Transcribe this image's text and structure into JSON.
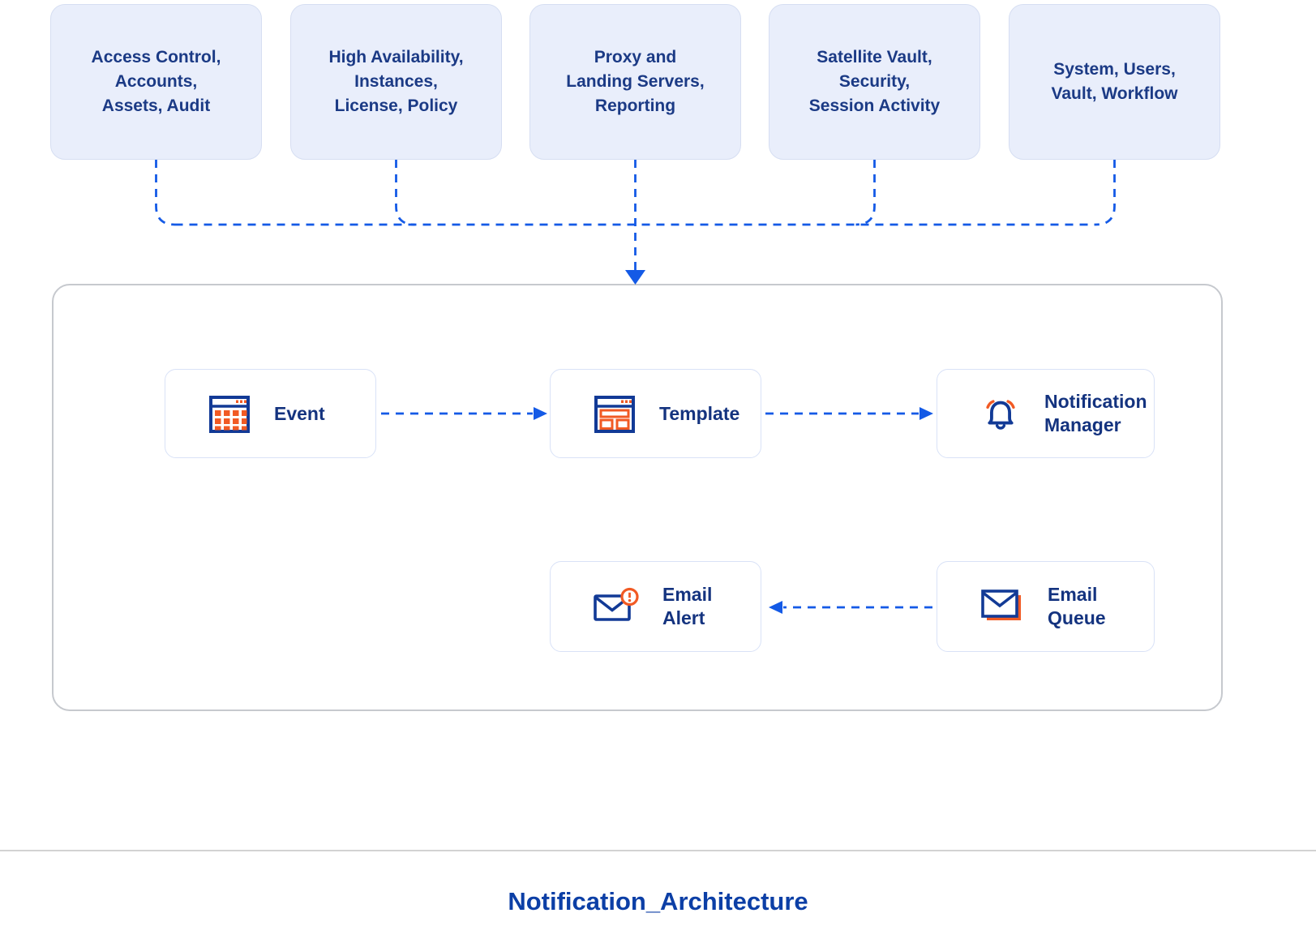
{
  "top_row": {
    "boxes": [
      {
        "label": "Access Control,\nAccounts,\nAssets, Audit"
      },
      {
        "label": "High Availability,\nInstances,\nLicense, Policy"
      },
      {
        "label": "Proxy and\nLanding Servers,\nReporting"
      },
      {
        "label": "Satellite Vault,\nSecurity,\nSession Activity"
      },
      {
        "label": "System, Users,\nVault, Workflow"
      }
    ]
  },
  "nodes": {
    "event": {
      "label": "Event",
      "icon": "calendar-grid-icon"
    },
    "template": {
      "label": "Template",
      "icon": "browser-window-icon"
    },
    "notification_manager": {
      "label": "Notification\nManager",
      "icon": "bell-icon"
    },
    "email_alert": {
      "label": "Email\nAlert",
      "icon": "envelope-alert-icon"
    },
    "email_queue": {
      "label": "Email\nQueue",
      "icon": "envelope-stack-icon"
    }
  },
  "flows": [
    {
      "from": "event",
      "to": "template"
    },
    {
      "from": "template",
      "to": "notification_manager"
    },
    {
      "from": "email_queue",
      "to": "email_alert"
    }
  ],
  "title": "Notification_Architecture",
  "colors": {
    "connector_blue": "#145ae6",
    "top_box_fill": "#e9eefb",
    "top_box_text": "#1b3a85",
    "node_text": "#14337f",
    "icon_navy": "#123a96",
    "icon_orange": "#f15a24",
    "container_border": "#c6c9ce",
    "title_blue": "#0c3fa6"
  }
}
